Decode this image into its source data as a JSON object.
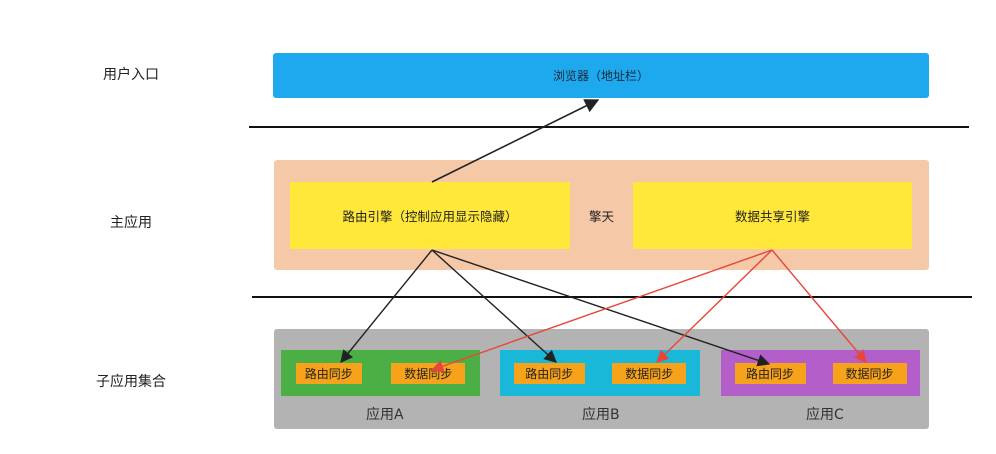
{
  "labels": {
    "user_entry": "用户入口",
    "main_app": "主应用",
    "sub_apps": "子应用集合"
  },
  "browser": {
    "label": "浏览器（地址栏）"
  },
  "main": {
    "router_engine": "路由引擎（控制应用显示隐藏）",
    "center": "擎天",
    "data_engine": "数据共享引擎"
  },
  "apps": [
    {
      "name": "应用A",
      "route": "路由同步",
      "data": "数据同步",
      "color": "#4caf45"
    },
    {
      "name": "应用B",
      "route": "路由同步",
      "data": "数据同步",
      "color": "#1ab8d8"
    },
    {
      "name": "应用C",
      "route": "路由同步",
      "data": "数据同步",
      "color": "#b35ec9"
    }
  ],
  "colors": {
    "browser": "#1ea9ee",
    "main_bg": "#f5c8a8",
    "engine": "#ffe83a",
    "sub_bg": "#b3b3b3",
    "chip": "#f7a21b",
    "route_arrow": "#222222",
    "data_arrow": "#e8463a"
  }
}
